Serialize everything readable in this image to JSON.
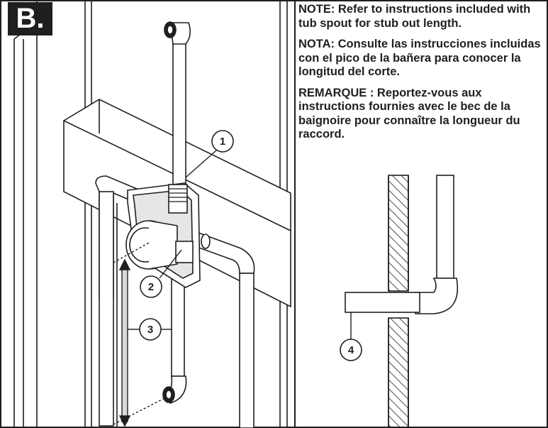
{
  "step": {
    "label": "B."
  },
  "notes": {
    "english": "NOTE: Refer to instructions included with tub spout for stub out length.",
    "spanish": "NOTA: Consulte las instrucciones incluidas con el pico de la bañera para conocer la longitud del corte.",
    "french": "REMARQUE : Reportez-vous aux instructions fournies avec le bec de la baignoire pour connaître la longueur du raccord."
  },
  "callouts": [
    "1",
    "2",
    "3",
    "4"
  ],
  "colors": {
    "ink": "#1f1f1f",
    "pipe_fill": "#ffffff",
    "hatch": "#1f1f1f",
    "measure": "#d9d9d9"
  }
}
